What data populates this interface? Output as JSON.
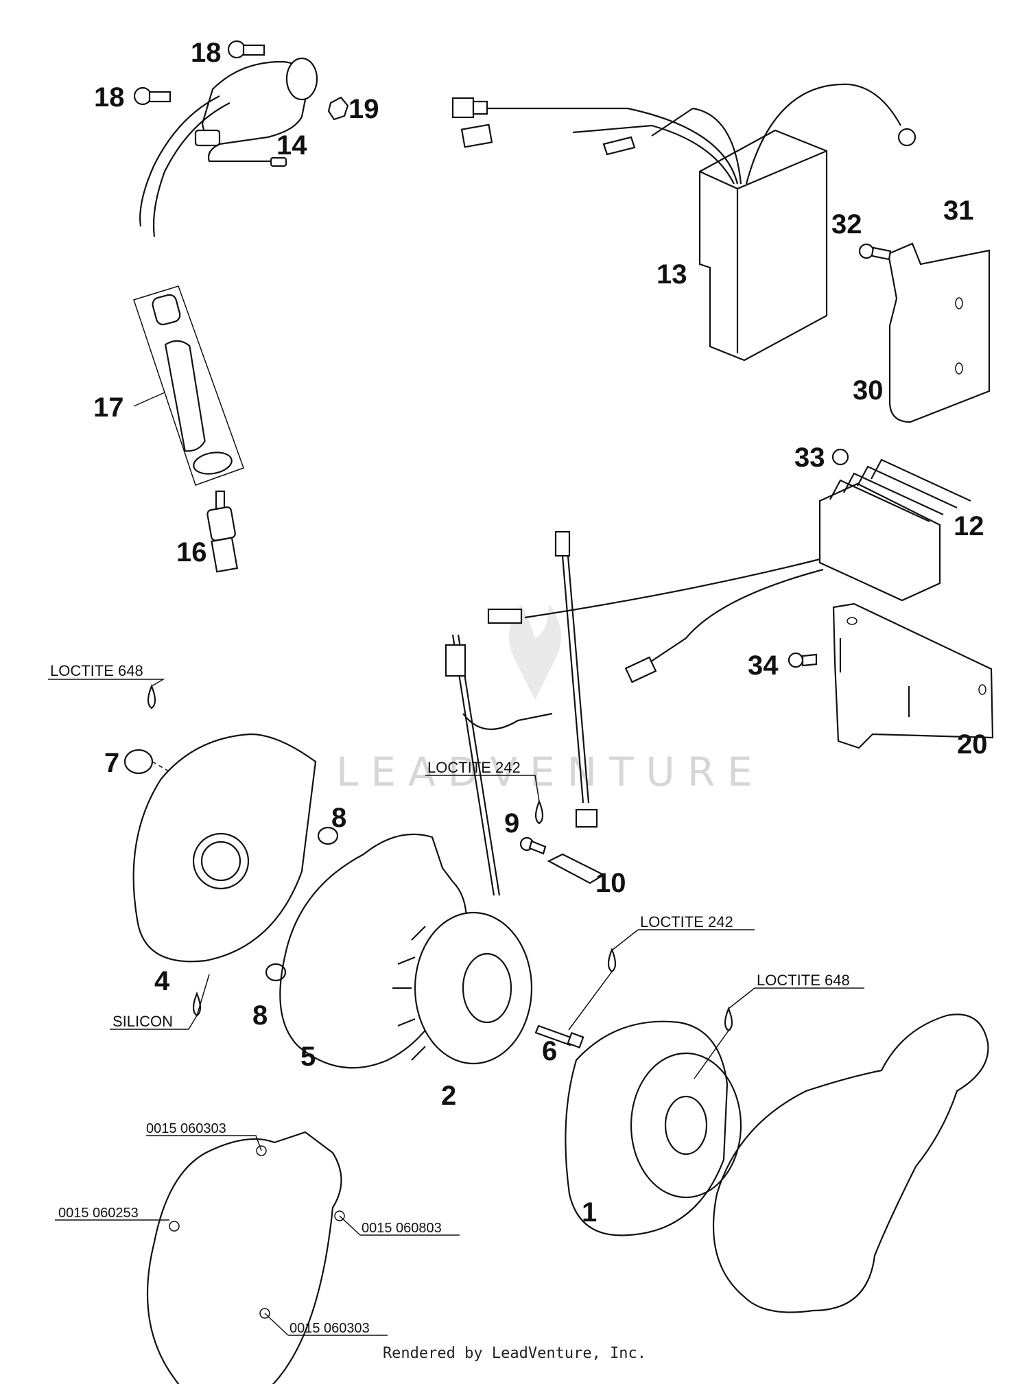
{
  "callouts": {
    "c1": "1",
    "c2": "2",
    "c4": "4",
    "c5": "5",
    "c6": "6",
    "c7": "7",
    "c8a": "8",
    "c8b": "8",
    "c9": "9",
    "c10": "10",
    "c12": "12",
    "c13": "13",
    "c14": "14",
    "c16": "16",
    "c17": "17",
    "c18a": "18",
    "c18b": "18",
    "c19": "19",
    "c20": "20",
    "c30": "30",
    "c31": "31",
    "c32": "32",
    "c33": "33",
    "c34": "34"
  },
  "notes": {
    "loctite648_cover": "LOCTITE 648",
    "loctite242_pickup": "LOCTITE 242",
    "loctite242_bolt": "LOCTITE 242",
    "loctite648_rotor": "LOCTITE 648",
    "silicon": "SILICON"
  },
  "gasket_part_numbers": {
    "top": "0015 060303",
    "left": "0015 060253",
    "right": "0015 060803",
    "bottom": "0015 060303"
  },
  "watermark": "LEADVENTURE",
  "footer": "Rendered by LeadVenture, Inc."
}
